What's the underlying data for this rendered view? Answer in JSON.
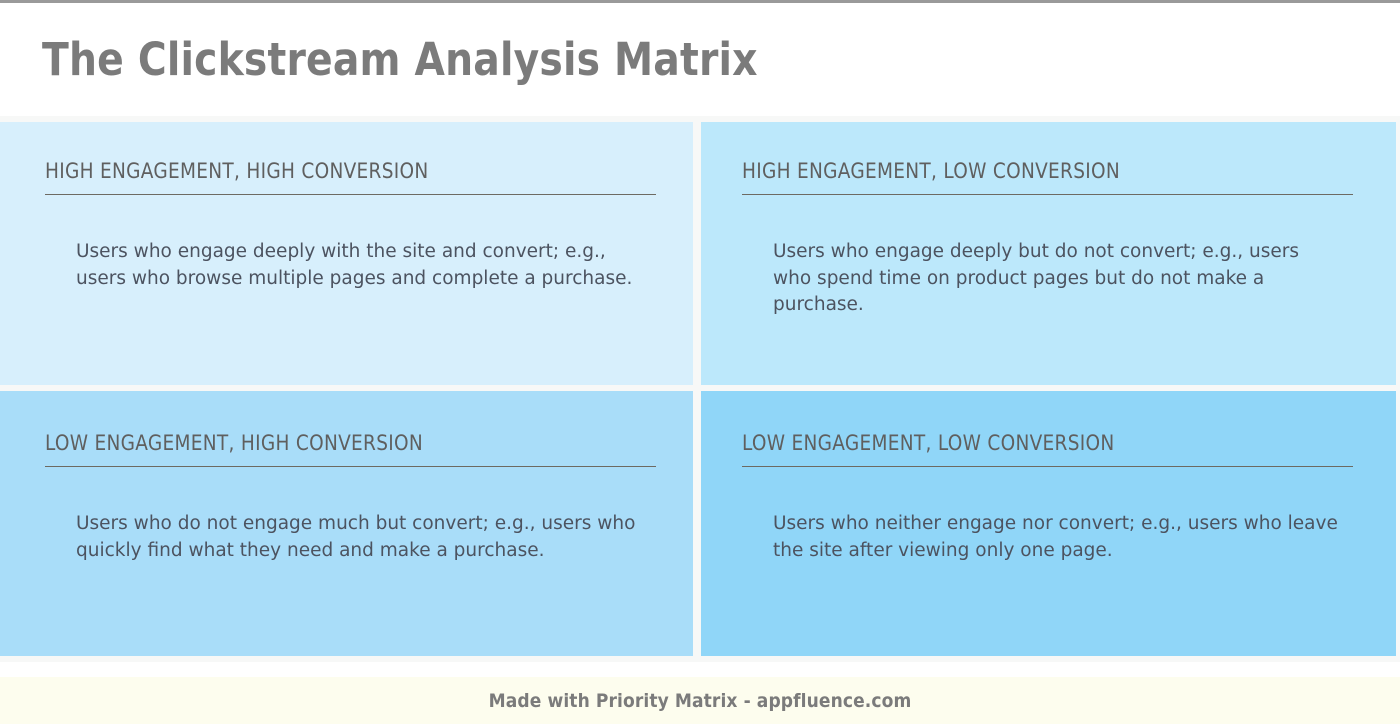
{
  "header": {
    "title": "The Clickstream Analysis Matrix"
  },
  "matrix": {
    "quadrants": [
      {
        "id": "high-engagement-high-conversion",
        "position": "top-left",
        "title": "HIGH ENGAGEMENT, HIGH CONVERSION",
        "body": "Users who engage deeply with the site and convert; e.g., users who browse multiple pages and complete a purchase.",
        "color": "#d7effc"
      },
      {
        "id": "high-engagement-low-conversion",
        "position": "top-right",
        "title": "HIGH ENGAGEMENT, LOW CONVERSION",
        "body": "Users who engage deeply but do not convert; e.g., users who spend time on product pages but do not make a purchase.",
        "color": "#bce8fb"
      },
      {
        "id": "low-engagement-high-conversion",
        "position": "bottom-left",
        "title": "LOW ENGAGEMENT, HIGH CONVERSION",
        "body": "Users who do not engage much but convert; e.g., users who quickly find what they need and make a purchase.",
        "color": "#a9ddf9"
      },
      {
        "id": "low-engagement-low-conversion",
        "position": "bottom-right",
        "title": "LOW ENGAGEMENT, LOW CONVERSION",
        "body": "Users who neither engage nor convert; e.g., users who leave the site after viewing only one page.",
        "color": "#90d6f8"
      }
    ]
  },
  "footer": {
    "text": "Made with Priority Matrix - appfluence.com"
  },
  "theme": {
    "title_color": "#7b7b7b",
    "quadrant_title_color": "#5f5f5f",
    "body_text_color": "#4c5360",
    "rule_color": "#6d6a62",
    "gutter_color": "#f7f8f7",
    "footer_bg": "#fdfdee",
    "footer_text_color": "#7b7b7b",
    "top_border_color": "#9a9a9a"
  }
}
